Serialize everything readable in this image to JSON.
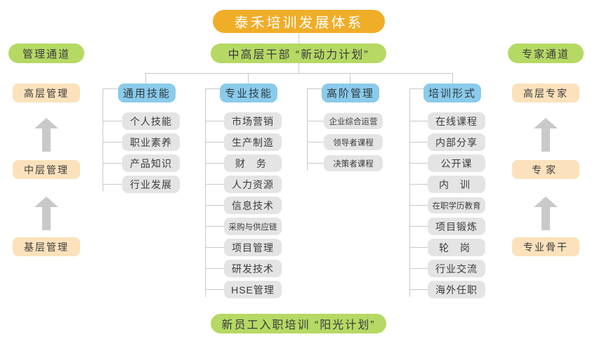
{
  "diagram": {
    "title": "泰禾培训发展体系",
    "subtitle": "中高层干部 “新动力计划”",
    "footer": "新员工入职培训 “阳光计划”",
    "colors": {
      "title_bg": "#F0AD28",
      "green_bg": "#B5D964",
      "tan_bg": "#FBE2BC",
      "blue_bg": "#8ACBEB",
      "gray_bg": "#E4E4E4",
      "line": "#C9C9C9"
    }
  },
  "left_track": {
    "header": "管理通道",
    "levels": [
      "高层管理",
      "中层管理",
      "基层管理"
    ]
  },
  "right_track": {
    "header": "专家通道",
    "levels": [
      "高层专家",
      "专家",
      "专业骨干"
    ]
  },
  "columns": [
    {
      "header": "通用技能",
      "items": [
        "个人技能",
        "职业素养",
        "产品知识",
        "行业发展"
      ]
    },
    {
      "header": "专业技能",
      "items": [
        "市场营销",
        "生产制造",
        "财 务",
        "人力资源",
        "信息技术",
        "采购与供应链",
        "项目管理",
        "研发技术",
        "HSE管理"
      ]
    },
    {
      "header": "高阶管理",
      "items": [
        "企业综合运营",
        "领导者课程",
        "决策者课程"
      ]
    },
    {
      "header": "培训形式",
      "items": [
        "在线课程",
        "内部分享",
        "公开课",
        "内 训",
        "在职学历教育",
        "项目锻炼",
        "轮 岗",
        "行业交流",
        "海外任职"
      ]
    }
  ]
}
